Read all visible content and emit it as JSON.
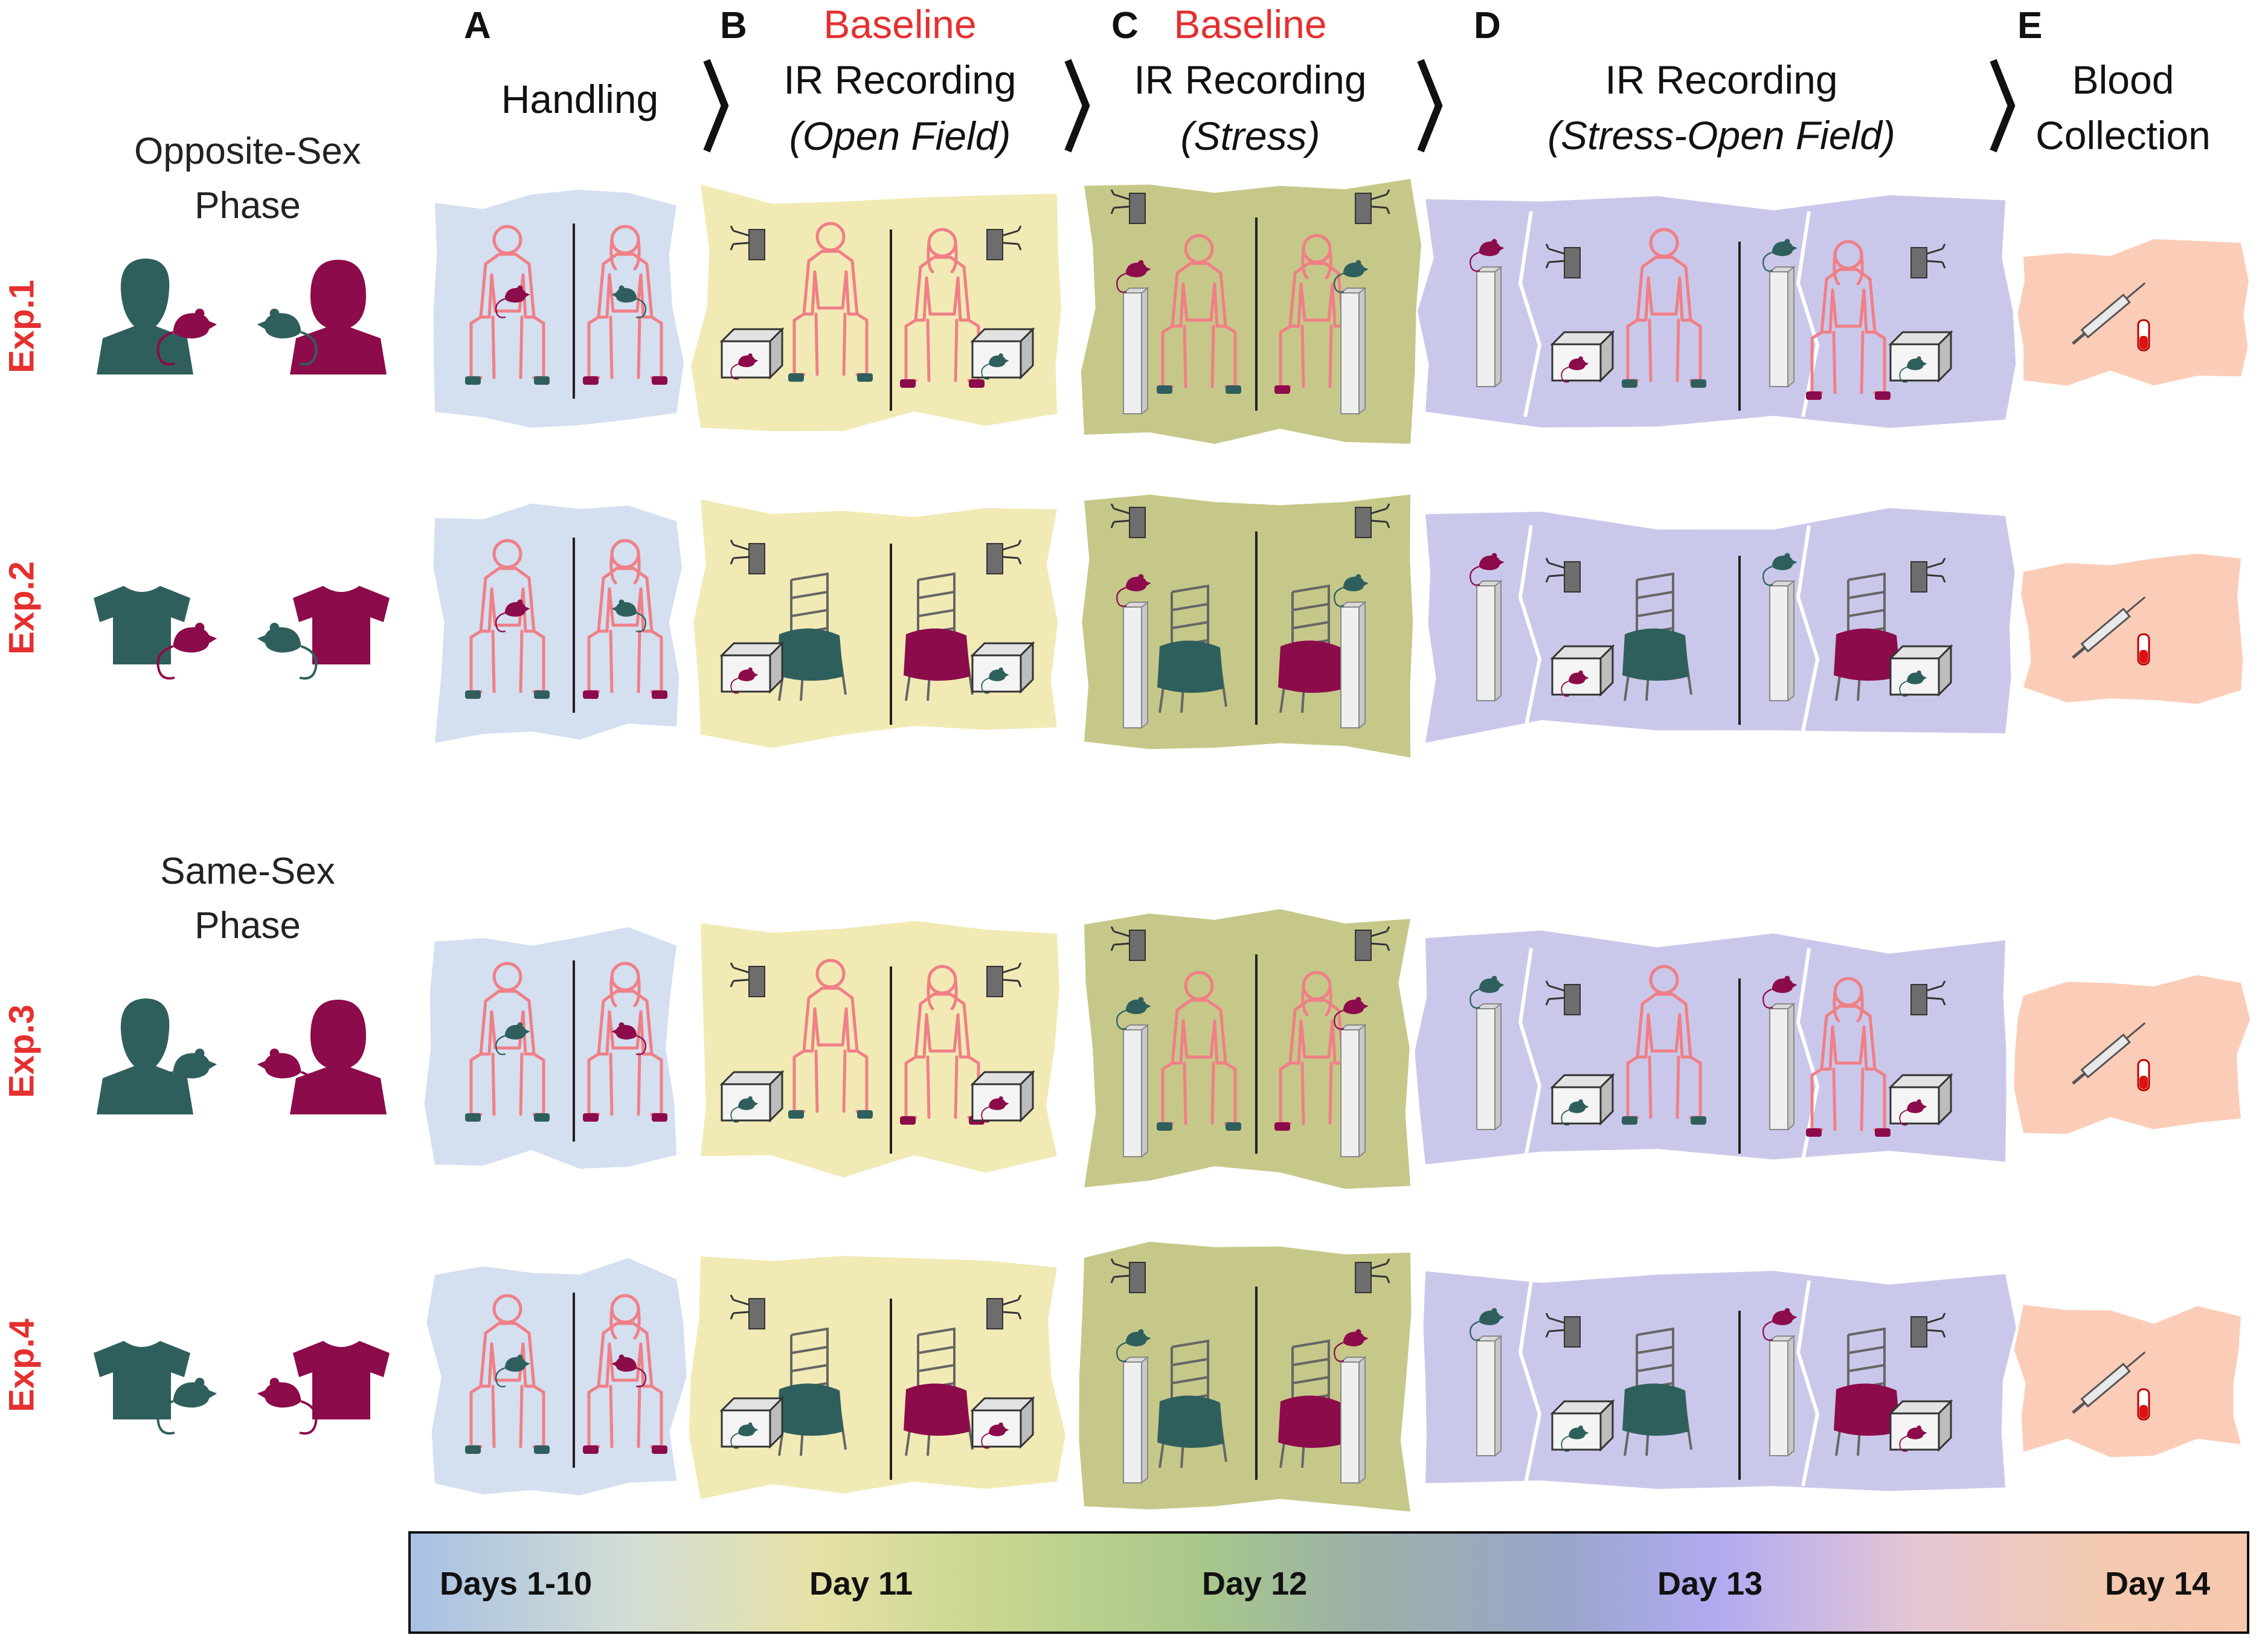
{
  "steps": [
    {
      "letter": "A",
      "title": "Handling"
    },
    {
      "letter": "B",
      "kicker": "Baseline",
      "title": "IR Recording",
      "subtitle": "(Open Field)"
    },
    {
      "letter": "C",
      "kicker": "Baseline",
      "title": "IR Recording",
      "subtitle": "(Stress)"
    },
    {
      "letter": "D",
      "title": "IR Recording",
      "subtitle": "(Stress-Open Field)"
    },
    {
      "letter": "E",
      "title_line1": "Blood",
      "title_line2": "Collection"
    }
  ],
  "phases": [
    {
      "line1": "Opposite-Sex",
      "line2": "Phase"
    },
    {
      "line1": "Same-Sex",
      "line2": "Phase"
    }
  ],
  "experiments": [
    {
      "label": "Exp.1",
      "stimulus": "person-silhouette",
      "rat_orientation": "opposite-sex"
    },
    {
      "label": "Exp.2",
      "stimulus": "t-shirt",
      "rat_orientation": "opposite-sex"
    },
    {
      "label": "Exp.3",
      "stimulus": "person-silhouette",
      "rat_orientation": "same-sex"
    },
    {
      "label": "Exp.4",
      "stimulus": "t-shirt",
      "rat_orientation": "same-sex"
    }
  ],
  "timeline": [
    "Days 1-10",
    "Day 11",
    "Day 12",
    "Day 13",
    "Day 14"
  ],
  "colors": {
    "male": "#2f5f5c",
    "female": "#8c0b4a",
    "handling_panel": "#d4dff0",
    "open_field_panel": "#f1eab5",
    "stress_panel": "#c6c88a",
    "stress_open_field_panel": "#cac8ea",
    "blood_panel": "#fbcdb8",
    "person_outline": "#f07f86",
    "label_red": "#e53030"
  }
}
